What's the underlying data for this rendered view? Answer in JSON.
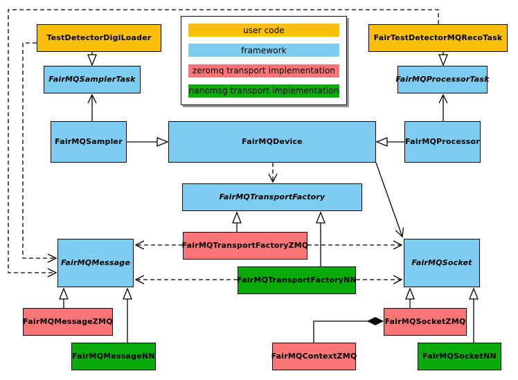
{
  "colors": {
    "user_code": "#F9BF0B",
    "framework": "#7CCDEF",
    "zeromq": "#FA7575",
    "nanomsg": "#0BAB0B"
  },
  "legend": {
    "items": [
      {
        "label": "user code",
        "color_key": "user_code"
      },
      {
        "label": "framework",
        "color_key": "framework"
      },
      {
        "label": "zeromq transport implementation",
        "color_key": "zeromq"
      },
      {
        "label": "nanomsg transport implementation",
        "color_key": "nanomsg"
      }
    ]
  },
  "nodes": {
    "testDetectorDigiLoader": {
      "label": "TestDetectorDigiLoader",
      "type": "user_code",
      "abstract": false
    },
    "fairTestDetectorMQRecoTask": {
      "label": "FairTestDetectorMQRecoTask",
      "type": "user_code",
      "abstract": false
    },
    "fairMQSamplerTask": {
      "label": "FairMQSamplerTask",
      "type": "framework",
      "abstract": true
    },
    "fairMQProcessorTask": {
      "label": "FairMQProcessorTask",
      "type": "framework",
      "abstract": true
    },
    "fairMQSampler": {
      "label": "FairMQSampler",
      "type": "framework",
      "abstract": false
    },
    "fairMQDevice": {
      "label": "FairMQDevice",
      "type": "framework",
      "abstract": false
    },
    "fairMQProcessor": {
      "label": "FairMQProcessor",
      "type": "framework",
      "abstract": false
    },
    "fairMQTransportFactory": {
      "label": "FairMQTransportFactory",
      "type": "framework",
      "abstract": true
    },
    "fairMQTransportFactoryZMQ": {
      "label": "FairMQTransportFactoryZMQ",
      "type": "zeromq",
      "abstract": false
    },
    "fairMQTransportFactoryNN": {
      "label": "FairMQTransportFactoryNN",
      "type": "nanomsg",
      "abstract": false
    },
    "fairMQMessage": {
      "label": "FairMQMessage",
      "type": "framework",
      "abstract": true
    },
    "fairMQSocket": {
      "label": "FairMQSocket",
      "type": "framework",
      "abstract": true
    },
    "fairMQMessageZMQ": {
      "label": "FairMQMessageZMQ",
      "type": "zeromq",
      "abstract": false
    },
    "fairMQMessageNN": {
      "label": "FairMQMessageNN",
      "type": "nanomsg",
      "abstract": false
    },
    "fairMQSocketZMQ": {
      "label": "FairMQSocketZMQ",
      "type": "zeromq",
      "abstract": false
    },
    "fairMQSocketNN": {
      "label": "FairMQSocketNN",
      "type": "nanomsg",
      "abstract": false
    },
    "fairMQContextZMQ": {
      "label": "FairMQContextZMQ",
      "type": "zeromq",
      "abstract": false
    }
  },
  "edges": [
    {
      "from": "TestDetectorDigiLoader",
      "to": "FairMQSamplerTask",
      "relation": "inheritance",
      "line": "solid"
    },
    {
      "from": "FairTestDetectorMQRecoTask",
      "to": "FairMQProcessorTask",
      "relation": "inheritance",
      "line": "solid"
    },
    {
      "from": "FairMQSampler",
      "to": "FairMQSamplerTask",
      "relation": "association",
      "line": "solid"
    },
    {
      "from": "FairMQProcessor",
      "to": "FairMQProcessorTask",
      "relation": "association",
      "line": "solid"
    },
    {
      "from": "FairMQSampler",
      "to": "FairMQDevice",
      "relation": "inheritance",
      "line": "solid"
    },
    {
      "from": "FairMQProcessor",
      "to": "FairMQDevice",
      "relation": "inheritance",
      "line": "solid"
    },
    {
      "from": "FairMQDevice",
      "to": "FairMQTransportFactory",
      "relation": "dependency",
      "line": "dashed"
    },
    {
      "from": "FairMQDevice",
      "to": "FairMQSocket",
      "relation": "association",
      "line": "solid"
    },
    {
      "from": "FairMQTransportFactoryZMQ",
      "to": "FairMQTransportFactory",
      "relation": "inheritance",
      "line": "solid"
    },
    {
      "from": "FairMQTransportFactoryNN",
      "to": "FairMQTransportFactory",
      "relation": "inheritance",
      "line": "solid"
    },
    {
      "from": "FairMQTransportFactoryZMQ",
      "to": "FairMQMessage",
      "relation": "dependency",
      "line": "dashed"
    },
    {
      "from": "FairMQTransportFactoryZMQ",
      "to": "FairMQSocket",
      "relation": "dependency",
      "line": "dashed"
    },
    {
      "from": "FairMQTransportFactoryNN",
      "to": "FairMQMessage",
      "relation": "dependency",
      "line": "dashed"
    },
    {
      "from": "FairMQTransportFactoryNN",
      "to": "FairMQSocket",
      "relation": "dependency",
      "line": "dashed"
    },
    {
      "from": "TestDetectorDigiLoader",
      "to": "FairMQMessage",
      "relation": "dependency",
      "line": "dashed"
    },
    {
      "from": "FairTestDetectorMQRecoTask",
      "to": "FairMQMessage",
      "relation": "dependency",
      "line": "dashed"
    },
    {
      "from": "FairMQMessageZMQ",
      "to": "FairMQMessage",
      "relation": "inheritance",
      "line": "solid"
    },
    {
      "from": "FairMQMessageNN",
      "to": "FairMQMessage",
      "relation": "inheritance",
      "line": "solid"
    },
    {
      "from": "FairMQSocketZMQ",
      "to": "FairMQSocket",
      "relation": "inheritance",
      "line": "solid"
    },
    {
      "from": "FairMQSocketNN",
      "to": "FairMQSocket",
      "relation": "inheritance",
      "line": "solid"
    },
    {
      "from": "FairMQContextZMQ",
      "to": "FairMQSocketZMQ",
      "relation": "composition",
      "line": "solid"
    }
  ]
}
